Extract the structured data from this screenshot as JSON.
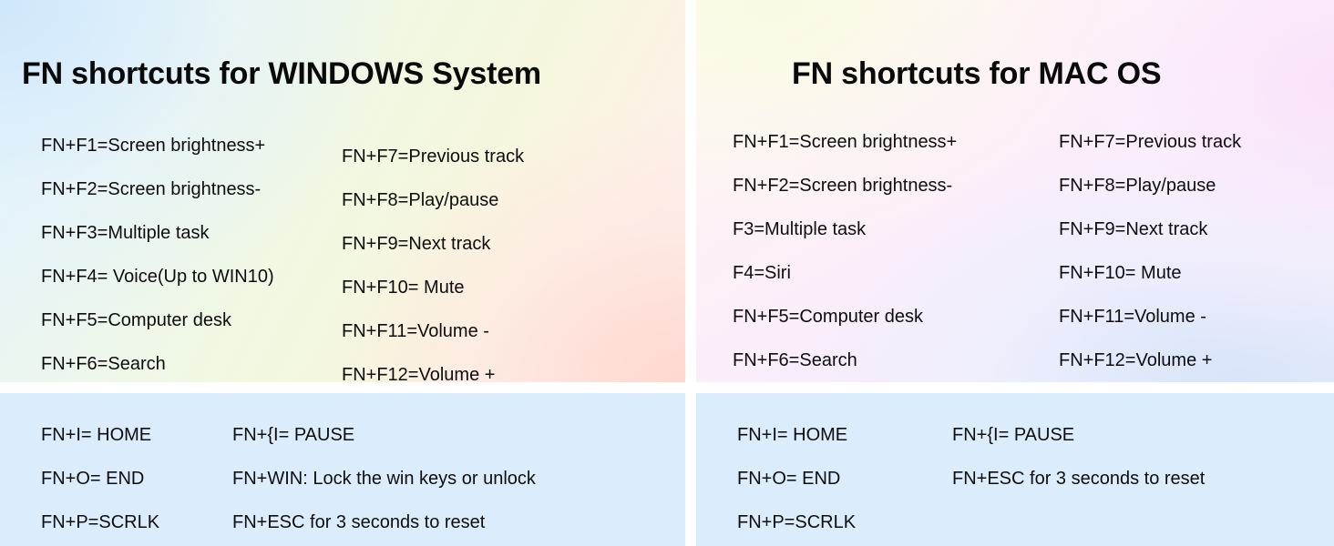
{
  "windows_panel": {
    "title": "FN shortcuts for WINDOWS System",
    "column_left": [
      "FN+F1=Screen brightness+",
      "FN+F2=Screen brightness-",
      "FN+F3=Multiple task",
      "FN+F4= Voice(Up to WIN10)",
      "FN+F5=Computer desk",
      "FN+F6=Search"
    ],
    "column_right": [
      "FN+F7=Previous track",
      "FN+F8=Play/pause",
      "FN+F9=Next track",
      "FN+F10= Mute",
      "FN+F11=Volume -",
      "FN+F12=Volume +"
    ]
  },
  "mac_panel": {
    "title": "FN shortcuts for MAC OS",
    "column_left": [
      "FN+F1=Screen brightness+",
      "FN+F2=Screen brightness-",
      "F3=Multiple task",
      "F4=Siri",
      "FN+F5=Computer desk",
      "FN+F6=Search"
    ],
    "column_right": [
      "FN+F7=Previous track",
      "FN+F8=Play/pause",
      "FN+F9=Next track",
      "FN+F10= Mute",
      "FN+F11=Volume -",
      "FN+F12=Volume +"
    ]
  },
  "windows_extra_panel": {
    "column_left": [
      "FN+I= HOME",
      "FN+O= END",
      "FN+P=SCRLK"
    ],
    "column_right": [
      "FN+{I= PAUSE",
      "FN+WIN: Lock the win keys or unlock",
      "FN+ESC for 3 seconds to reset"
    ]
  },
  "mac_extra_panel": {
    "column_left": [
      "FN+I= HOME",
      "FN+O= END",
      "FN+P=SCRLK"
    ],
    "column_right": [
      "FN+{I= PAUSE",
      "FN+ESC for 3 seconds to reset"
    ]
  },
  "colors": {
    "text": "#0d0d0d",
    "bottom_panel_background": "#dbedfc",
    "page_background": "#ffffff"
  }
}
